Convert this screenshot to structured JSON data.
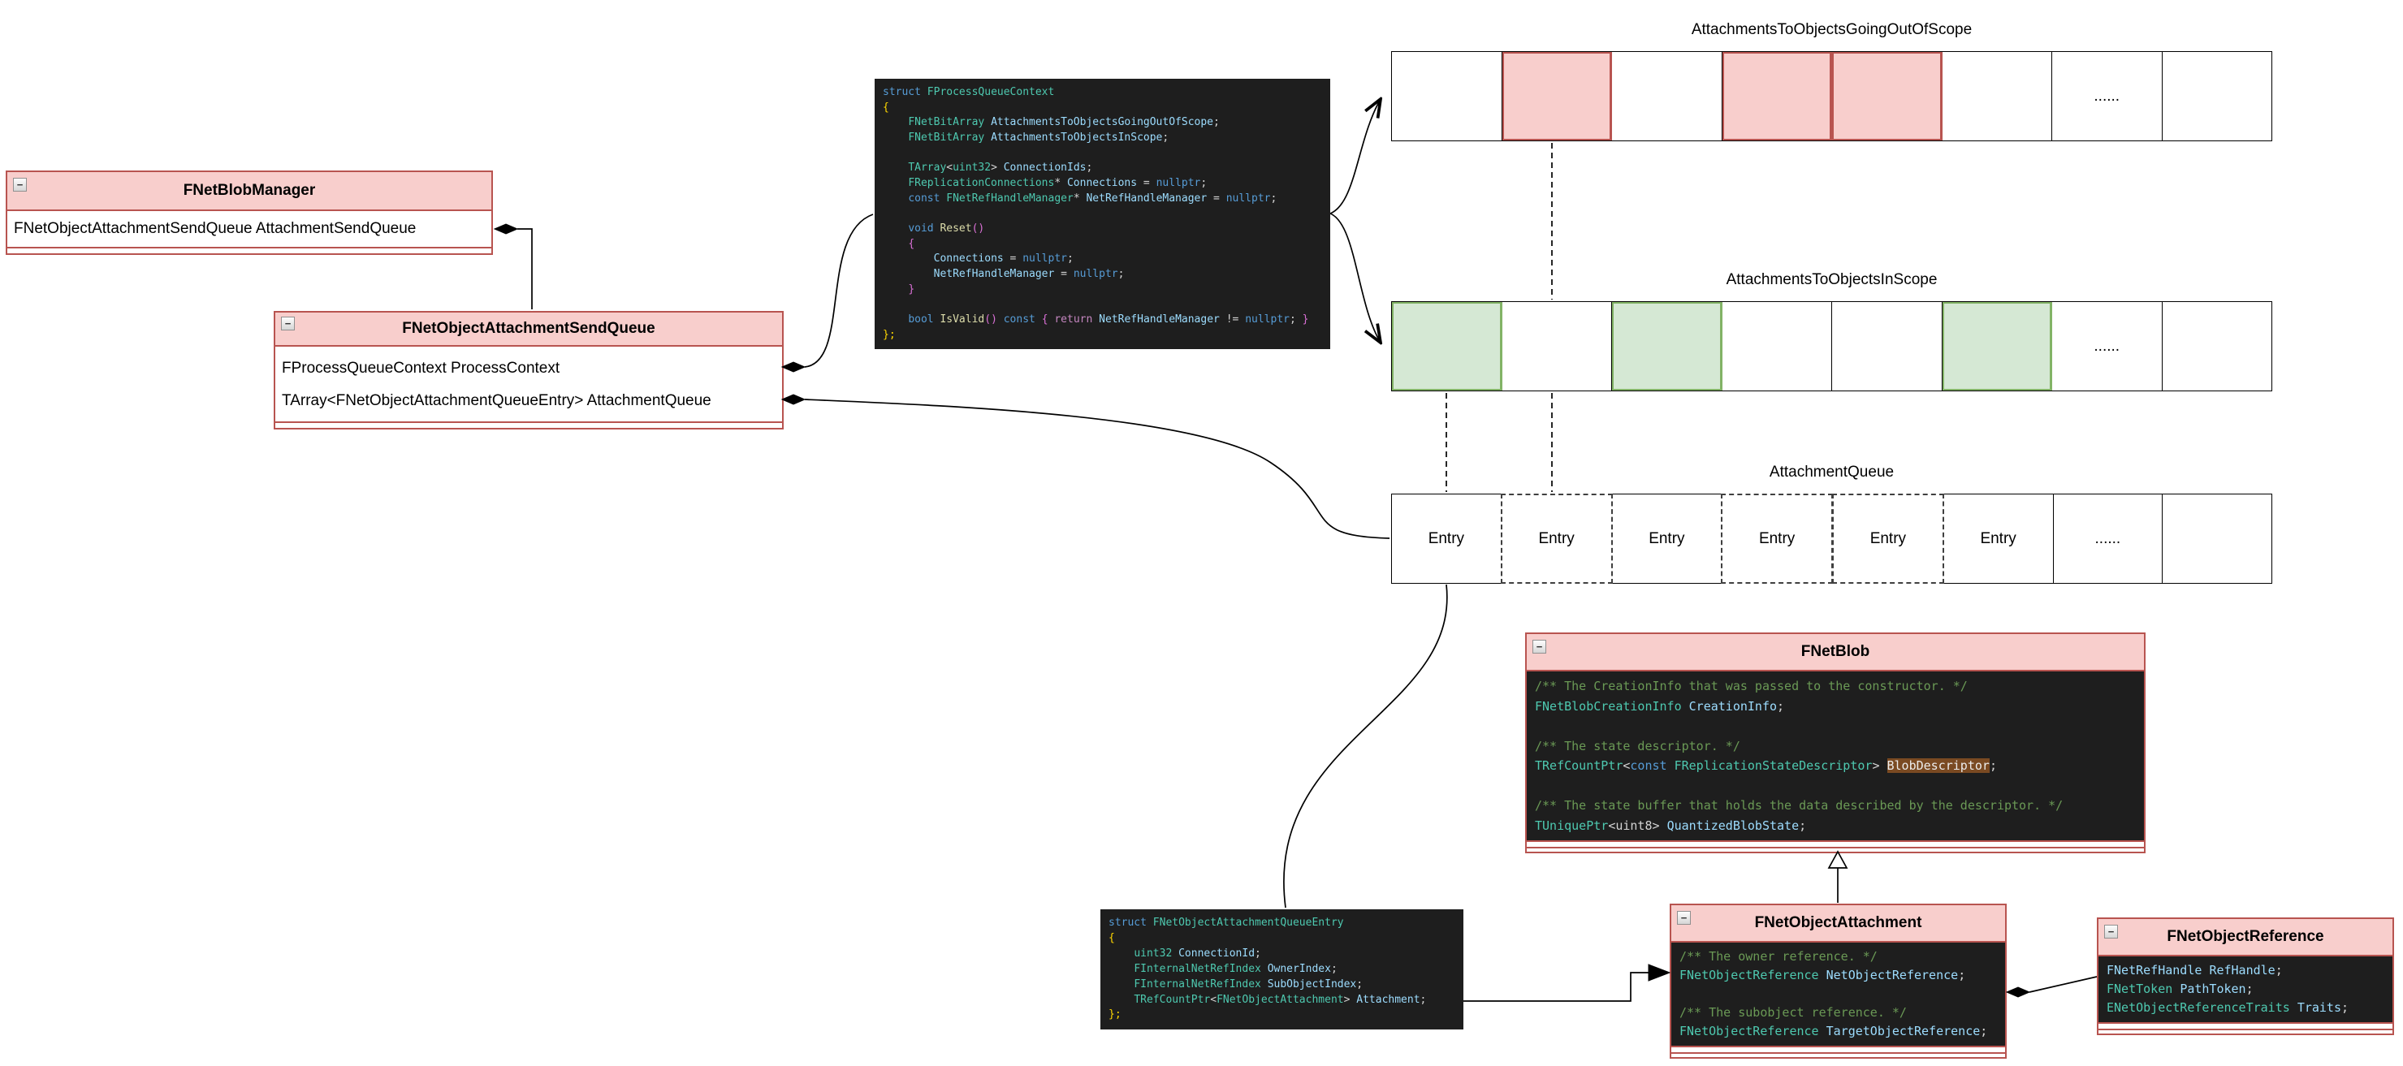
{
  "colors": {
    "header_pink": "#f8cecc",
    "border_red": "#b85450",
    "cell_green": "#d5e8d4",
    "green_border": "#82b366",
    "code_bg": "#1e1e1e",
    "keyword": "#569cd6",
    "type": "#4ec9b0",
    "variable": "#9cdcfe",
    "function": "#dcdcaa",
    "comment": "#6a9955",
    "highlight_bg": "#7a4a22"
  },
  "boxes": {
    "net_blob_manager": {
      "title": "FNetBlobManager",
      "rows": [
        "FNetObjectAttachmentSendQueue AttachmentSendQueue"
      ]
    },
    "send_queue": {
      "title": "FNetObjectAttachmentSendQueue",
      "rows": [
        "FProcessQueueContext ProcessContext",
        "TArray<FNetObjectAttachmentQueueEntry> AttachmentQueue"
      ]
    },
    "net_blob": {
      "title": "FNetBlob"
    },
    "net_object_attachment": {
      "title": "FNetObjectAttachment"
    },
    "net_object_reference": {
      "title": "FNetObjectReference"
    }
  },
  "arrays": {
    "going_out_of_scope": {
      "title": "AttachmentsToObjectsGoingOutOfScope",
      "cells": [
        {
          "fill": "white"
        },
        {
          "fill": "pink"
        },
        {
          "fill": "white"
        },
        {
          "fill": "pink"
        },
        {
          "fill": "pink"
        },
        {
          "fill": "white"
        },
        {
          "fill": "white",
          "label": "......"
        },
        {
          "fill": "white"
        }
      ]
    },
    "in_scope": {
      "title": "AttachmentsToObjectsInScope",
      "cells": [
        {
          "fill": "green"
        },
        {
          "fill": "white"
        },
        {
          "fill": "green"
        },
        {
          "fill": "white"
        },
        {
          "fill": "white"
        },
        {
          "fill": "green"
        },
        {
          "fill": "white",
          "label": "......"
        },
        {
          "fill": "white"
        }
      ]
    },
    "attachment_queue": {
      "title": "AttachmentQueue",
      "cells": [
        {
          "fill": "white",
          "label": "Entry"
        },
        {
          "fill": "white",
          "label": "Entry",
          "dashed": true
        },
        {
          "fill": "white",
          "label": "Entry"
        },
        {
          "fill": "white",
          "label": "Entry",
          "dashed": true
        },
        {
          "fill": "white",
          "label": "Entry",
          "dashed": true
        },
        {
          "fill": "white",
          "label": "Entry"
        },
        {
          "fill": "white",
          "label": "......"
        },
        {
          "fill": "white"
        }
      ]
    }
  },
  "code": {
    "process_queue_context": [
      [
        [
          "kw",
          "struct"
        ],
        [
          "pl",
          " "
        ],
        [
          "ty",
          "FProcessQueueContext"
        ]
      ],
      [
        [
          "b1",
          "{"
        ]
      ],
      [
        [
          "pl",
          "    "
        ],
        [
          "ty",
          "FNetBitArray"
        ],
        [
          "pl",
          " "
        ],
        [
          "va",
          "AttachmentsToObjectsGoingOutOfScope"
        ],
        [
          "pl",
          ";"
        ]
      ],
      [
        [
          "pl",
          "    "
        ],
        [
          "ty",
          "FNetBitArray"
        ],
        [
          "pl",
          " "
        ],
        [
          "va",
          "AttachmentsToObjectsInScope"
        ],
        [
          "pl",
          ";"
        ]
      ],
      [],
      [
        [
          "pl",
          "    "
        ],
        [
          "ty",
          "TArray"
        ],
        [
          "pl",
          "<"
        ],
        [
          "ty",
          "uint32"
        ],
        [
          "pl",
          "> "
        ],
        [
          "va",
          "ConnectionIds"
        ],
        [
          "pl",
          ";"
        ]
      ],
      [
        [
          "pl",
          "    "
        ],
        [
          "ty",
          "FReplicationConnections"
        ],
        [
          "pl",
          "* "
        ],
        [
          "va",
          "Connections"
        ],
        [
          "pl",
          " = "
        ],
        [
          "kw",
          "nullptr"
        ],
        [
          "pl",
          ";"
        ]
      ],
      [
        [
          "pl",
          "    "
        ],
        [
          "kw",
          "const"
        ],
        [
          "pl",
          " "
        ],
        [
          "ty",
          "FNetRefHandleManager"
        ],
        [
          "pl",
          "* "
        ],
        [
          "va",
          "NetRefHandleManager"
        ],
        [
          "pl",
          " = "
        ],
        [
          "kw",
          "nullptr"
        ],
        [
          "pl",
          ";"
        ]
      ],
      [],
      [
        [
          "pl",
          "    "
        ],
        [
          "kw",
          "void"
        ],
        [
          "pl",
          " "
        ],
        [
          "fn",
          "Reset"
        ],
        [
          "b2",
          "()"
        ]
      ],
      [
        [
          "pl",
          "    "
        ],
        [
          "b2",
          "{"
        ]
      ],
      [
        [
          "pl",
          "        "
        ],
        [
          "va",
          "Connections"
        ],
        [
          "pl",
          " = "
        ],
        [
          "kw",
          "nullptr"
        ],
        [
          "pl",
          ";"
        ]
      ],
      [
        [
          "pl",
          "        "
        ],
        [
          "va",
          "NetRefHandleManager"
        ],
        [
          "pl",
          " = "
        ],
        [
          "kw",
          "nullptr"
        ],
        [
          "pl",
          ";"
        ]
      ],
      [
        [
          "pl",
          "    "
        ],
        [
          "b2",
          "}"
        ]
      ],
      [],
      [
        [
          "pl",
          "    "
        ],
        [
          "kw",
          "bool"
        ],
        [
          "pl",
          " "
        ],
        [
          "fn",
          "IsValid"
        ],
        [
          "b2",
          "()"
        ],
        [
          "pl",
          " "
        ],
        [
          "kw",
          "const"
        ],
        [
          "pl",
          " "
        ],
        [
          "b2",
          "{"
        ],
        [
          "pl",
          " "
        ],
        [
          "mg",
          "return"
        ],
        [
          "pl",
          " "
        ],
        [
          "va",
          "NetRefHandleManager"
        ],
        [
          "pl",
          " != "
        ],
        [
          "kw",
          "nullptr"
        ],
        [
          "pl",
          "; "
        ],
        [
          "b2",
          "}"
        ]
      ],
      [
        [
          "b1",
          "};"
        ]
      ]
    ],
    "queue_entry": [
      [
        [
          "kw",
          "struct"
        ],
        [
          "pl",
          " "
        ],
        [
          "ty",
          "FNetObjectAttachmentQueueEntry"
        ]
      ],
      [
        [
          "b1",
          "{"
        ]
      ],
      [
        [
          "pl",
          "    "
        ],
        [
          "ty",
          "uint32"
        ],
        [
          "pl",
          " "
        ],
        [
          "va",
          "ConnectionId"
        ],
        [
          "pl",
          ";"
        ]
      ],
      [
        [
          "pl",
          "    "
        ],
        [
          "ty",
          "FInternalNetRefIndex"
        ],
        [
          "pl",
          " "
        ],
        [
          "va",
          "OwnerIndex"
        ],
        [
          "pl",
          ";"
        ]
      ],
      [
        [
          "pl",
          "    "
        ],
        [
          "ty",
          "FInternalNetRefIndex"
        ],
        [
          "pl",
          " "
        ],
        [
          "va",
          "SubObjectIndex"
        ],
        [
          "pl",
          ";"
        ]
      ],
      [
        [
          "pl",
          "    "
        ],
        [
          "ty",
          "TRefCountPtr"
        ],
        [
          "pl",
          "<"
        ],
        [
          "ty",
          "FNetObjectAttachment"
        ],
        [
          "pl",
          "> "
        ],
        [
          "va",
          "Attachment"
        ],
        [
          "pl",
          ";"
        ]
      ],
      [
        [
          "b1",
          "};"
        ]
      ]
    ],
    "net_blob_body": [
      [
        [
          "cm",
          "/** The CreationInfo that was passed to the constructor. */"
        ]
      ],
      [
        [
          "ty",
          "FNetBlobCreationInfo"
        ],
        [
          "pl",
          " "
        ],
        [
          "va",
          "CreationInfo"
        ],
        [
          "pl",
          ";"
        ]
      ],
      [],
      [
        [
          "cm",
          "/** The state descriptor. */"
        ]
      ],
      [
        [
          "ty",
          "TRefCountPtr"
        ],
        [
          "pl",
          "<"
        ],
        [
          "kw",
          "const"
        ],
        [
          "pl",
          " "
        ],
        [
          "ty",
          "FReplicationStateDescriptor"
        ],
        [
          "pl",
          "> "
        ],
        [
          "hl",
          "BlobDescriptor"
        ],
        [
          "pl",
          ";"
        ]
      ],
      [],
      [
        [
          "cm",
          "/** The state buffer that holds the data described by the descriptor. */"
        ]
      ],
      [
        [
          "ty",
          "TUniquePtr"
        ],
        [
          "pl",
          "<"
        ],
        [
          "pl",
          "uint8"
        ],
        [
          "pl",
          "> "
        ],
        [
          "va",
          "QuantizedBlobState"
        ],
        [
          "pl",
          ";"
        ]
      ]
    ],
    "attachment_body": [
      [
        [
          "cm",
          "/** The owner reference. */"
        ]
      ],
      [
        [
          "ty",
          "FNetObjectReference"
        ],
        [
          "pl",
          " "
        ],
        [
          "va",
          "NetObjectReference"
        ],
        [
          "pl",
          ";"
        ]
      ],
      [],
      [
        [
          "cm",
          "/** The subobject reference. */"
        ]
      ],
      [
        [
          "ty",
          "FNetObjectReference"
        ],
        [
          "pl",
          " "
        ],
        [
          "va",
          "TargetObjectReference"
        ],
        [
          "pl",
          ";"
        ]
      ]
    ],
    "reference_body": [
      [
        [
          "va",
          "FNetRefHandle"
        ],
        [
          "pl",
          " "
        ],
        [
          "va",
          "RefHandle"
        ],
        [
          "pl",
          ";"
        ]
      ],
      [
        [
          "ty",
          "FNetToken"
        ],
        [
          "pl",
          " "
        ],
        [
          "va",
          "PathToken"
        ],
        [
          "pl",
          ";"
        ]
      ],
      [
        [
          "ty",
          "ENetObjectReferenceTraits"
        ],
        [
          "pl",
          " "
        ],
        [
          "va",
          "Traits"
        ],
        [
          "pl",
          ";"
        ]
      ]
    ]
  }
}
